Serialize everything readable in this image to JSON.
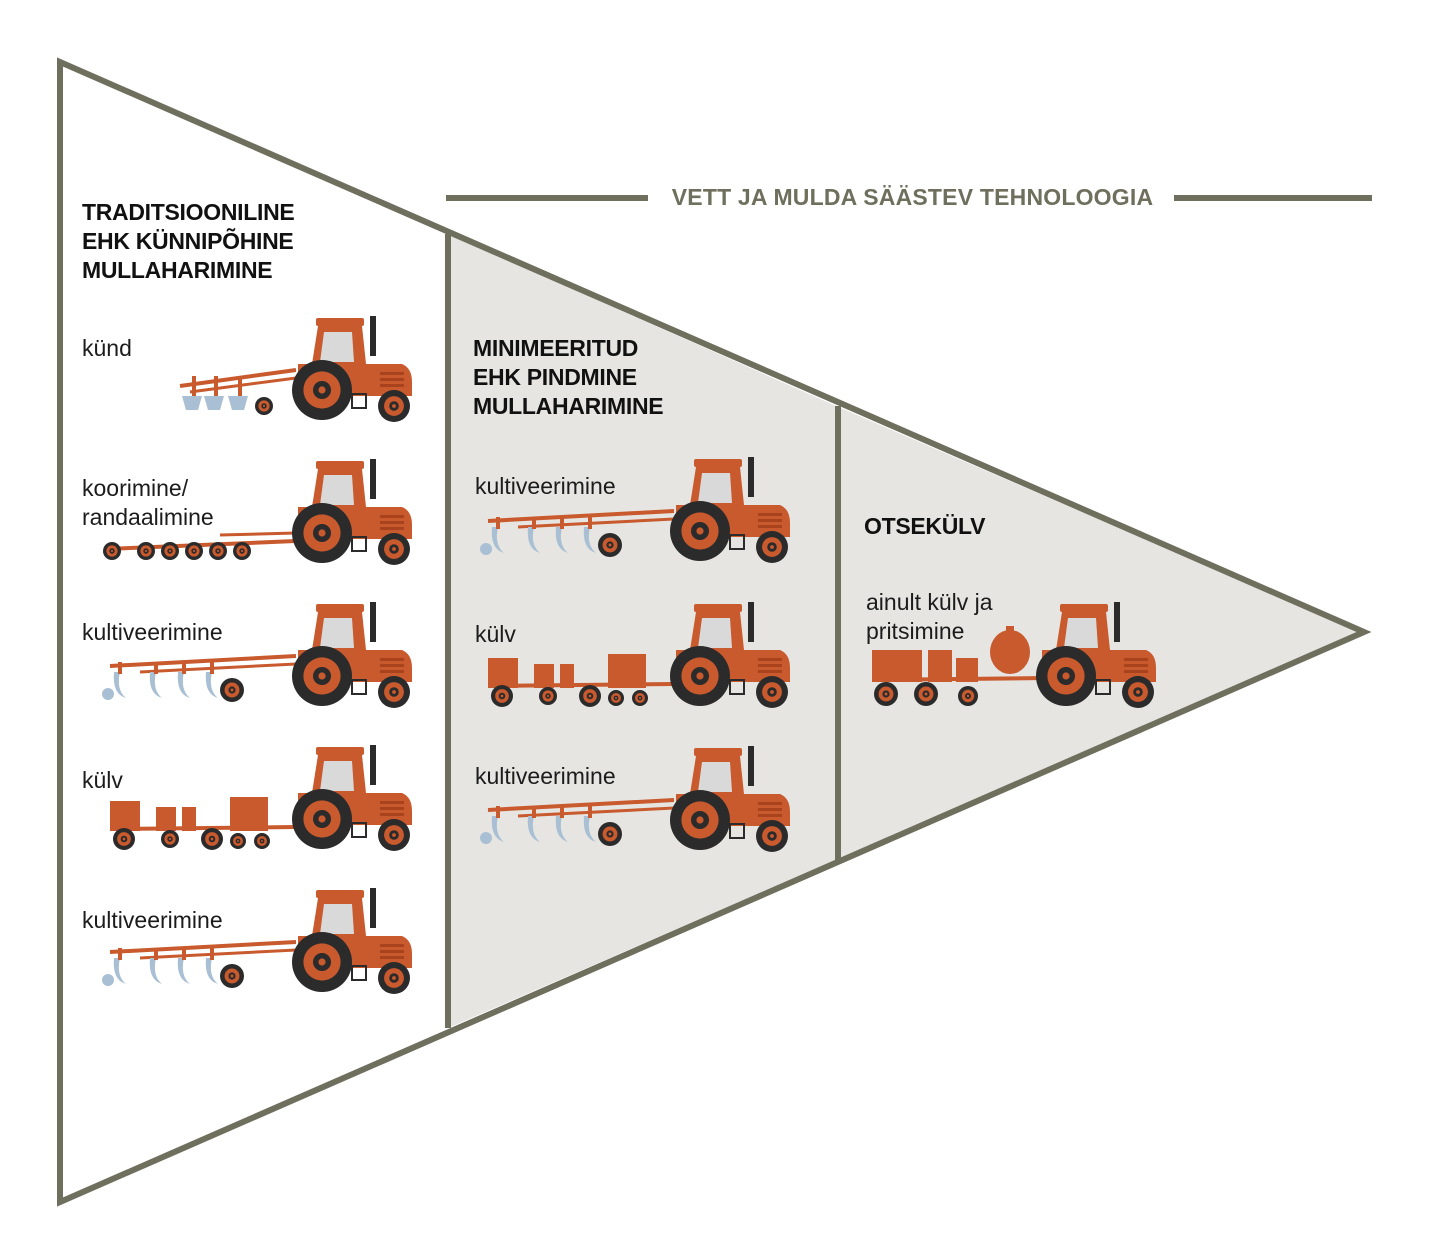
{
  "colors": {
    "border": "#6e6f5d",
    "panel_gray": "#e6e5e1",
    "tractor_orange": "#c85a2e",
    "tractor_dark": "#a9431d",
    "tire": "#2b2b2b",
    "window": "#d9d9d9",
    "tine_blue": "#a9bfd3"
  },
  "banner": {
    "title": "VETT JA MULDA SÄÄSTEV TEHNOLOOGIA"
  },
  "sections": {
    "traditional": {
      "heading": "TRADITSIOONILINE\nEHK KÜNNIPÕHINE\nMULLAHARIMINE",
      "items": [
        {
          "label": "künd",
          "implement": "plow-icon"
        },
        {
          "label": "koorimine/\nrandaalimine",
          "implement": "disc-harrow-icon"
        },
        {
          "label": "kultiveerimine",
          "implement": "cultivator-icon"
        },
        {
          "label": "külv",
          "implement": "seeder-icon"
        },
        {
          "label": "kultiveerimine",
          "implement": "cultivator-icon"
        }
      ]
    },
    "minimized": {
      "heading": "MINIMEERITUD\nEHK PINDMINE\nMULLAHARIMINE",
      "items": [
        {
          "label": "kultiveerimine",
          "implement": "cultivator-icon"
        },
        {
          "label": "külv",
          "implement": "seeder-icon"
        },
        {
          "label": "kultiveerimine",
          "implement": "cultivator-icon"
        }
      ]
    },
    "direct": {
      "heading": "OTSEKÜLV",
      "items": [
        {
          "label": "ainult külv ja\npritsimine",
          "implement": "sprayer-seeder-icon"
        }
      ]
    }
  }
}
